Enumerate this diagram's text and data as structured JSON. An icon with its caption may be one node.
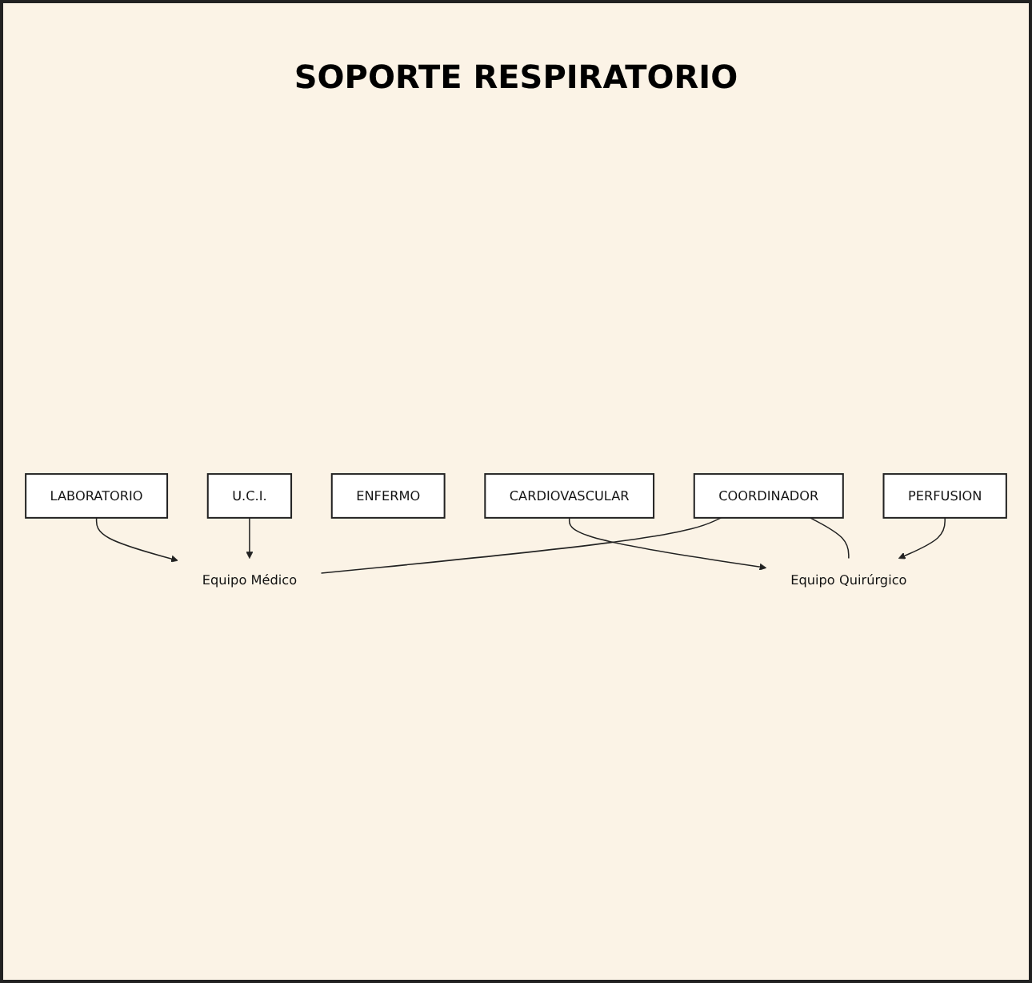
{
  "diagram": {
    "title": "SOPORTE RESPIRATORIO",
    "nodes": [
      {
        "text": [
          "LABORATORIO"
        ]
      },
      {
        "text": [
          "CARDIOVASCULAR"
        ]
      },
      {
        "text": [
          "Equipo Médico"
        ]
      },
      {
        "text": [
          "ENFERMO"
        ]
      },
      {
        "text": [
          "Equipo Quirúrgico"
        ]
      },
      {
        "text": [
          "U.C.I."
        ]
      },
      {
        "text": [
          "PERFUSION"
        ]
      },
      {
        "text": [
          "COORDINADOR"
        ]
      }
    ],
    "edges": [
      {
        "from": 0,
        "to": 2,
        "arrow": "to"
      },
      {
        "from": 1,
        "to": 4,
        "arrow": "to"
      },
      {
        "from": 5,
        "to": 2,
        "arrow": "to"
      },
      {
        "from": 6,
        "to": 4,
        "arrow": "to"
      },
      {
        "from": 7,
        "to": 2,
        "arrow": "none"
      },
      {
        "from": 7,
        "to": 4,
        "arrow": "none"
      }
    ]
  }
}
